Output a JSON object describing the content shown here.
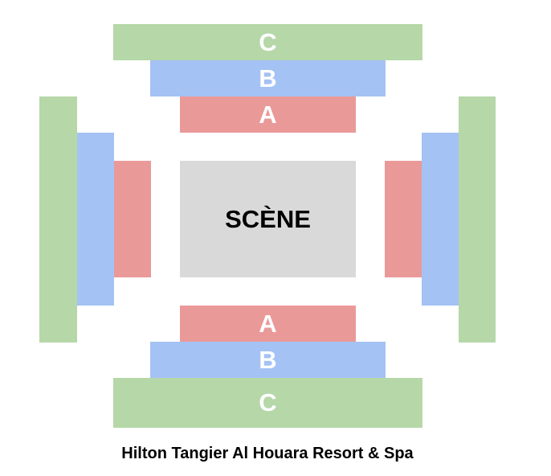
{
  "stage": {
    "label": "SCÈNE"
  },
  "sections": {
    "top": {
      "a": "A",
      "b": "B",
      "c": "C"
    },
    "bottom": {
      "a": "A",
      "b": "B",
      "c": "C"
    }
  },
  "venue_title": "Hilton Tangier Al Houara Resort & Spa",
  "colors": {
    "A": "#ea9999",
    "B": "#a4c2f4",
    "C": "#b6d7a8",
    "stage": "#d9d9d9"
  }
}
